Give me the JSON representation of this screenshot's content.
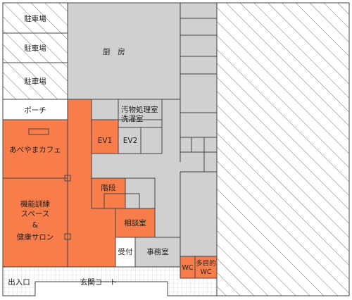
{
  "colors": {
    "highlight": "#f87d4b",
    "gray": "#d0d0d0",
    "white": "#ffffff",
    "line": "#444444",
    "hatch": "#777777",
    "grid": "#c8c8c8",
    "text": "#222222"
  },
  "labels": {
    "parking_1": "駐車場",
    "parking_2": "駐車場",
    "parking_3": "駐車場",
    "kitchen": "厨　房",
    "porch": "ポーチ",
    "filth_room": "汚物処理室",
    "laundry_room": "洗濯室",
    "ev1": "EV1",
    "ev2": "EV2",
    "cafe": "あべやまカフェ",
    "stairs": "階段",
    "training_line1": "機能訓練",
    "training_line2": "スペース",
    "training_line3": "&",
    "training_line4": "健康サロン",
    "consultation": "相談室",
    "reception": "受付",
    "office": "事務室",
    "wc": "WC",
    "multi_wc_line1": "多目的",
    "multi_wc_line2": "WC",
    "entrance": "出入口",
    "entrance_court": "玄関コート"
  }
}
